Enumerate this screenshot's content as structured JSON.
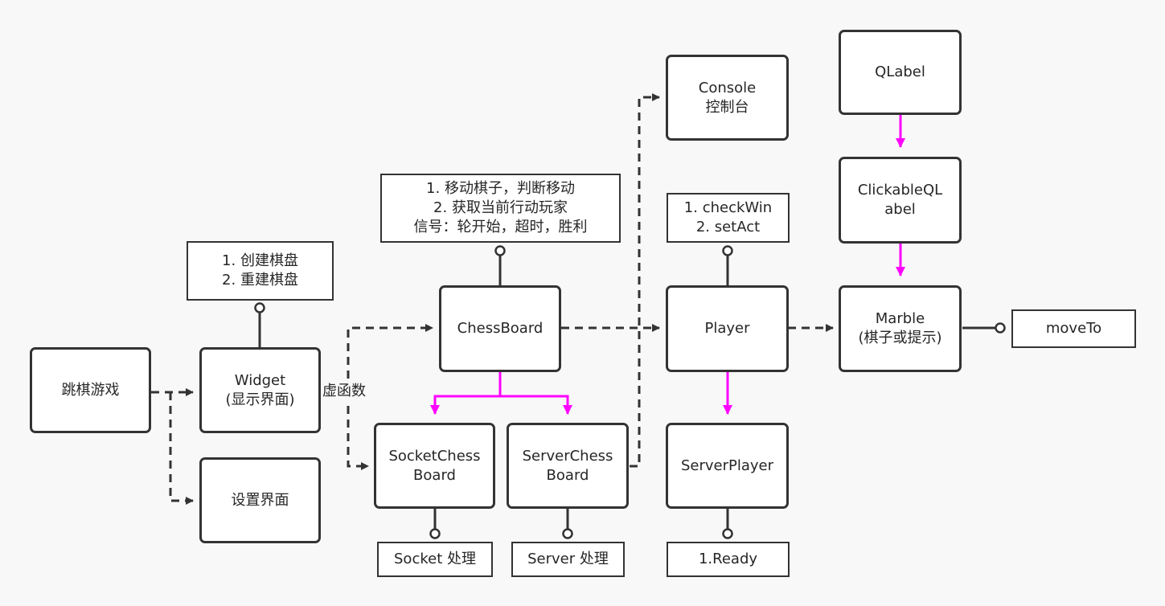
{
  "colors": {
    "edge": "#333333",
    "inheritance": "#ff00ff",
    "background": "#f8f8f8"
  },
  "nodes": {
    "jump_game": "跳棋游戏",
    "widget": [
      "Widget",
      "(显示界面)"
    ],
    "settings": "设置界面",
    "widget_note": [
      "1. 创建棋盘",
      "2. 重建棋盘"
    ],
    "chessboard": "ChessBoard",
    "chessboard_note": [
      "1. 移动棋子，判断移动",
      "2. 获取当前行动玩家",
      "信号：轮开始，超时，胜利"
    ],
    "socket_chessboard": [
      "SocketChess",
      "Board"
    ],
    "server_chessboard": [
      "ServerChess",
      "Board"
    ],
    "socket_note": "Socket 处理",
    "server_note": "Server 处理",
    "console": [
      "Console",
      "控制台"
    ],
    "player": "Player",
    "player_note": [
      "1. checkWin",
      "2. setAct"
    ],
    "server_player": "ServerPlayer",
    "ready_note": "1.Ready",
    "qlabel": "QLabel",
    "clickable_qlabel": [
      "ClickableQL",
      "abel"
    ],
    "marble": [
      "Marble",
      "(棋子或提示)"
    ],
    "move_to": "moveTo"
  },
  "edge_labels": {
    "virtual_function": "虚函数"
  }
}
